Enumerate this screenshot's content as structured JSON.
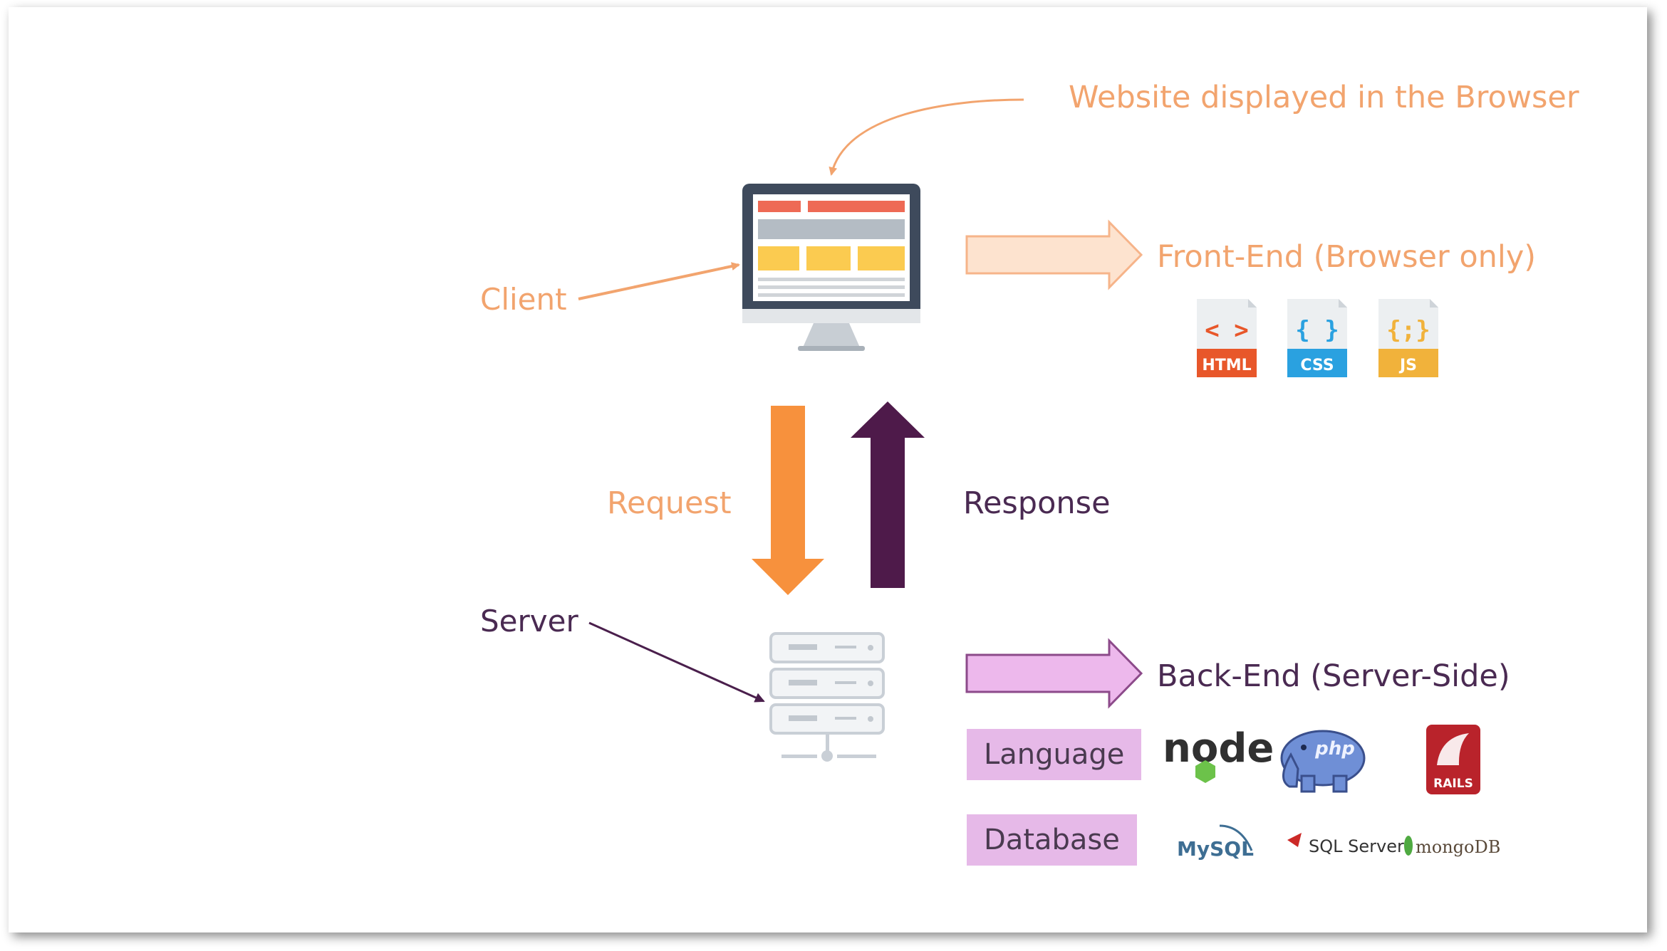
{
  "labels": {
    "website_displayed": "Website displayed in the Browser",
    "client": "Client",
    "front_end": "Front-End (Browser only)",
    "request": "Request",
    "response": "Response",
    "server": "Server",
    "back_end": "Back-End (Server-Side)",
    "language": "Language",
    "database": "Database"
  },
  "file_icons": [
    {
      "symbol": "< >",
      "label": "HTML",
      "color": "#e8572a"
    },
    {
      "symbol": "{ }",
      "label": "CSS",
      "color": "#2aa1e0"
    },
    {
      "symbol": "{;}",
      "label": "JS",
      "color": "#f1b23b"
    }
  ],
  "language_logos": [
    "node",
    "php",
    "RAILS"
  ],
  "database_logos": [
    "MySQL",
    "SQL Server",
    "mongoDB"
  ],
  "colors": {
    "orange_text": "#f2a46e",
    "request_arrow": "#f7913d",
    "response_arrow": "#4e1a4a",
    "purple_text": "#4a2a52",
    "pill_bg": "#e6b9e8",
    "frontend_arrow_fill": "#fde3cf",
    "backend_arrow_fill": "#edb8ec"
  }
}
